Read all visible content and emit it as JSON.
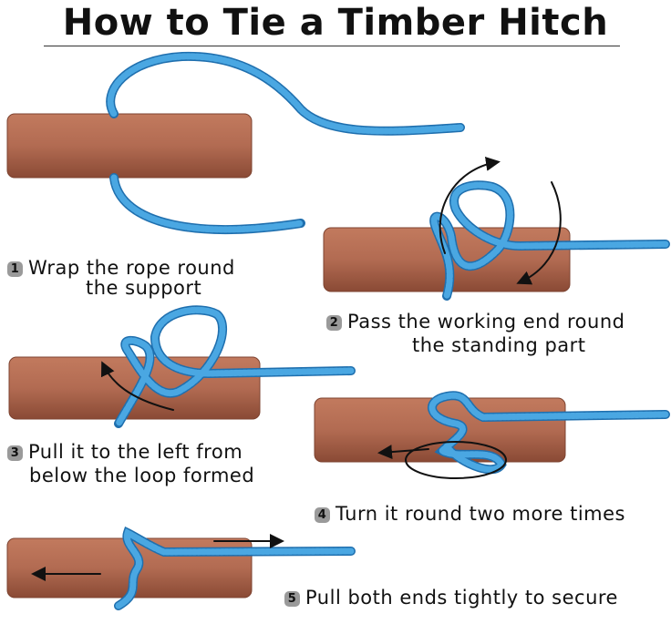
{
  "title": "How to Tie a Timber Hitch",
  "colors": {
    "log": "#b26b52",
    "log_dark": "#7d4330",
    "rope": "#4aa7e2",
    "rope_dark": "#1f6fae",
    "arrow": "#111111"
  },
  "steps": [
    {
      "number": "1",
      "line1": "Wrap the rope round",
      "line2": "the support"
    },
    {
      "number": "2",
      "line1": "Pass the working end round",
      "line2": "the standing part"
    },
    {
      "number": "3",
      "line1": "Pull it to the left from",
      "line2": "below the loop formed"
    },
    {
      "number": "4",
      "line1": "Turn it round two more times",
      "line2": ""
    },
    {
      "number": "5",
      "line1": "Pull both ends tightly to secure",
      "line2": ""
    }
  ]
}
